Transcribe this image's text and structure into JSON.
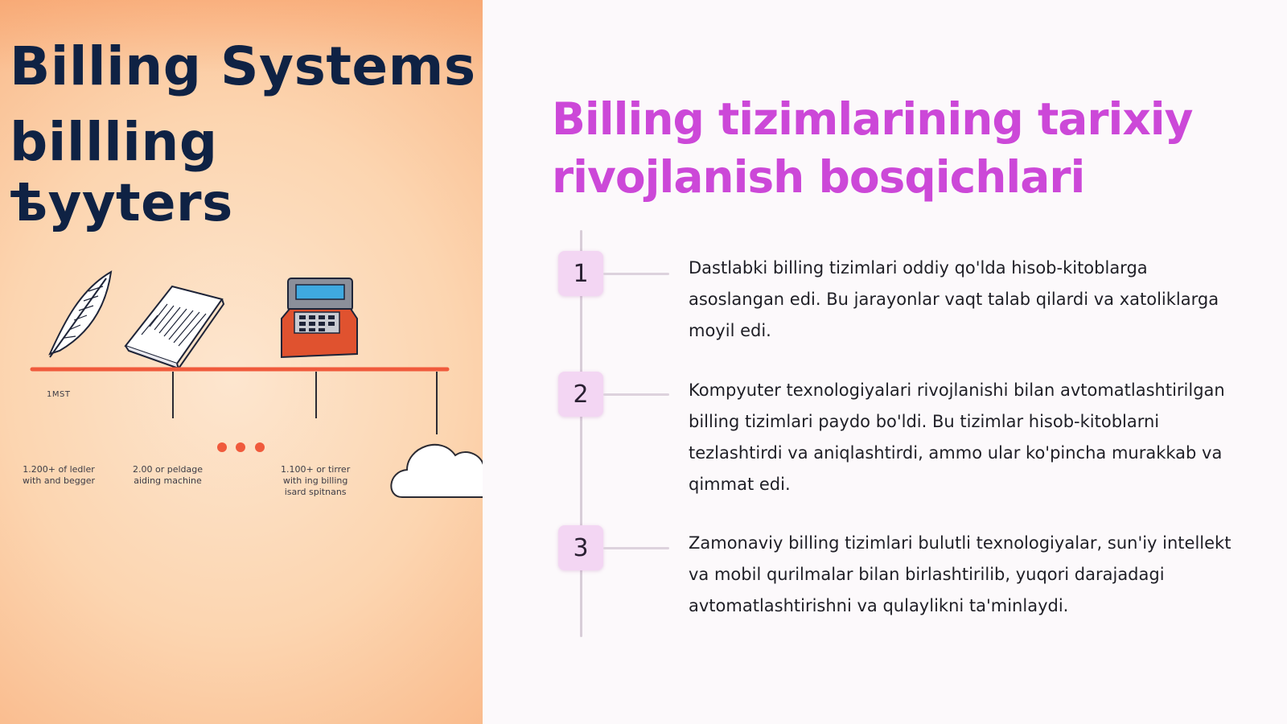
{
  "illustration": {
    "title_line_1": "Billing Systems",
    "title_line_2": "billling",
    "title_line_3": "ѣyyters",
    "tick_label": "1MST",
    "labels": [
      "1.200+ of ledler\nwith and begger",
      "2.00 or peldage\naiding machine",
      "1.100+ or tirrer\nwith ing billing\nisard spitnans"
    ],
    "icons": [
      "quill-icon",
      "ledger-book-icon",
      "adding-machine-icon",
      "cloud-icon"
    ],
    "colors": {
      "timeline": "#f05a3c",
      "ink": "#0f2244",
      "machine": "#e0522f"
    }
  },
  "main": {
    "title": "Billing tizimlarining tarixiy rivojlanish bosqichlari",
    "steps": [
      {
        "number": "1",
        "text": "Dastlabki billing tizimlari oddiy qo'lda hisob-kitoblarga asoslangan edi. Bu jarayonlar vaqt talab qilardi va xatoliklarga moyil edi."
      },
      {
        "number": "2",
        "text": "Kompyuter texnologiyalari rivojlanishi bilan avtomatlashtirilgan billing tizimlari paydo bo'ldi. Bu tizimlar hisob-kitoblarni tezlashtirdi va aniqlashtirdi, ammo ular ko'pincha murakkab va qimmat edi."
      },
      {
        "number": "3",
        "text": "Zamonaviy billing tizimlari bulutli texnologiyalar, sun'iy intellekt va mobil qurilmalar bilan birlashtirilib, yuqori darajadagi avtomatlashtirishni va qulaylikni ta'minlaydi."
      }
    ]
  },
  "colors": {
    "title": "#cc48d8",
    "badge": "#f3d6f3",
    "body_text": "#1f1f26"
  }
}
